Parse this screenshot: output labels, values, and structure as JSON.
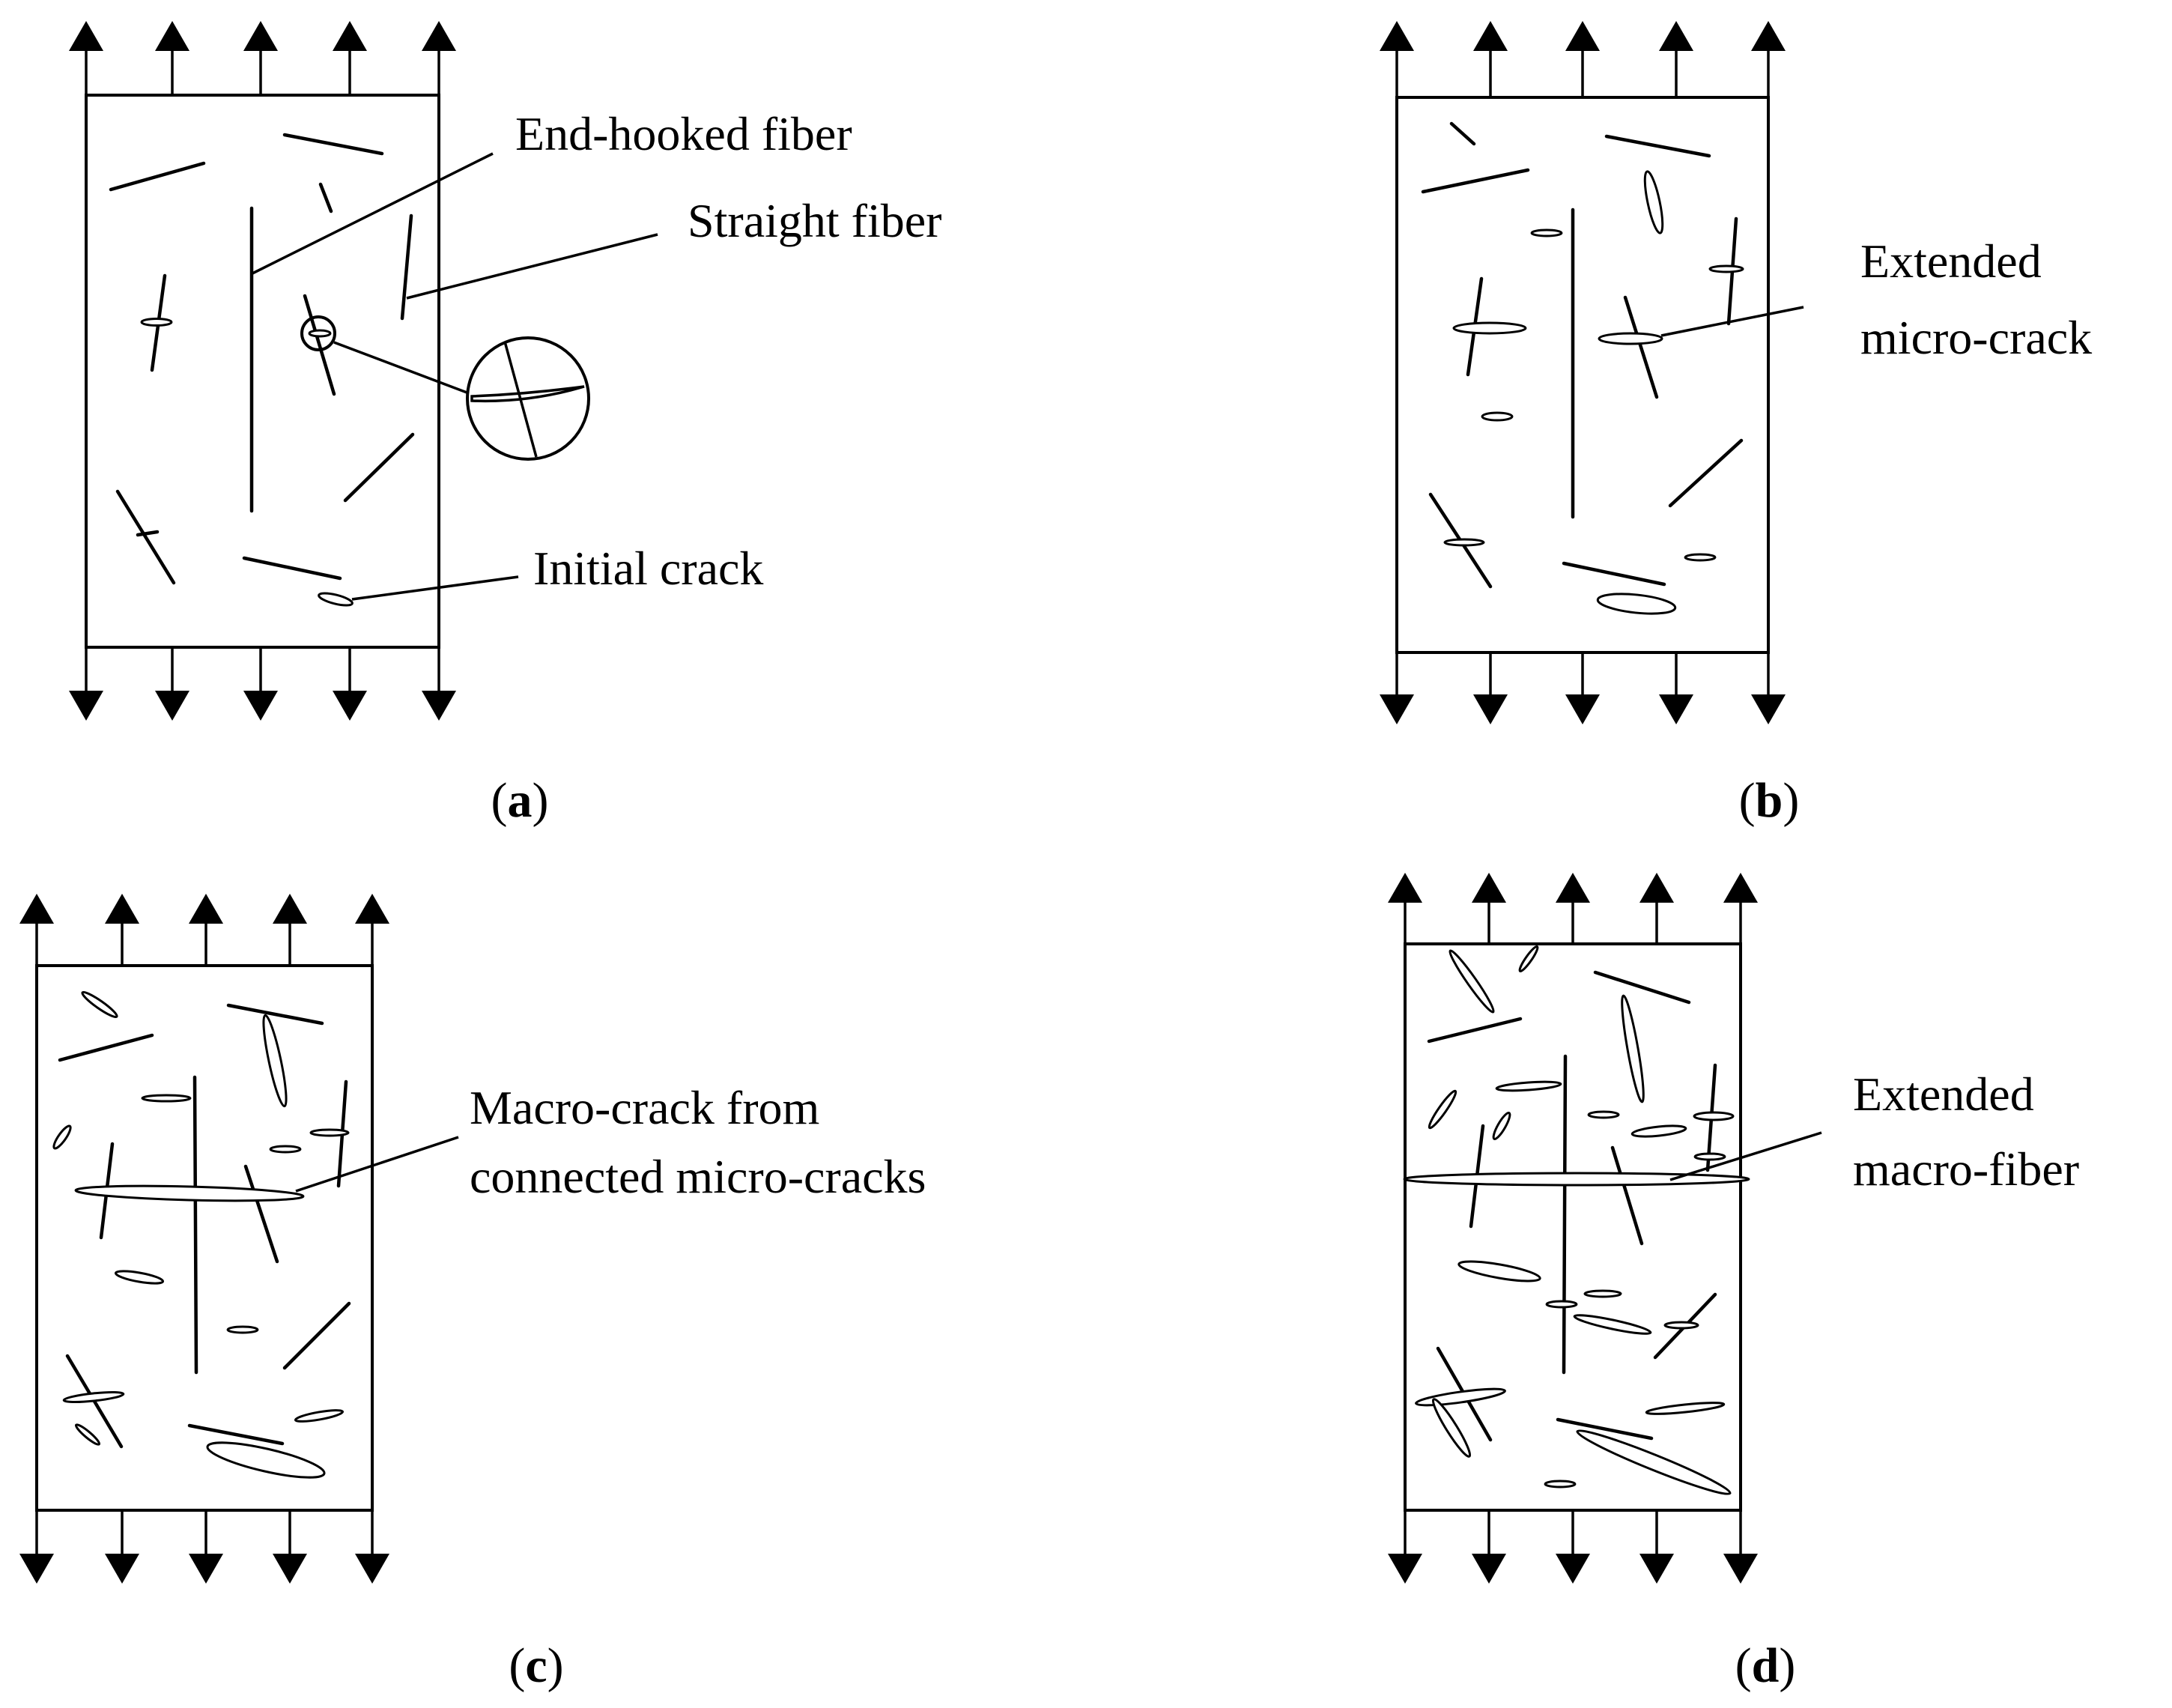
{
  "panels": {
    "a": {
      "caption_open": "(",
      "caption_letter": "a",
      "caption_close": ")",
      "labels": {
        "end_hooked_fiber": "End-hooked fiber",
        "straight_fiber": "Straight fiber",
        "initial_crack": "Initial crack"
      }
    },
    "b": {
      "caption_open": "(",
      "caption_letter": "b",
      "caption_close": ")",
      "labels": {
        "extended_micro_crack_line1": "Extended",
        "extended_micro_crack_line2": "micro-crack"
      }
    },
    "c": {
      "caption_open": "(",
      "caption_letter": "c",
      "caption_close": ")",
      "labels": {
        "macro_crack_line1": "Macro-crack from",
        "macro_crack_line2": "connected micro-cracks"
      }
    },
    "d": {
      "caption_open": "(",
      "caption_letter": "d",
      "caption_close": ")",
      "labels": {
        "extended_macro_fiber_line1": "Extended",
        "extended_macro_fiber_line2": "macro-fiber"
      }
    }
  }
}
